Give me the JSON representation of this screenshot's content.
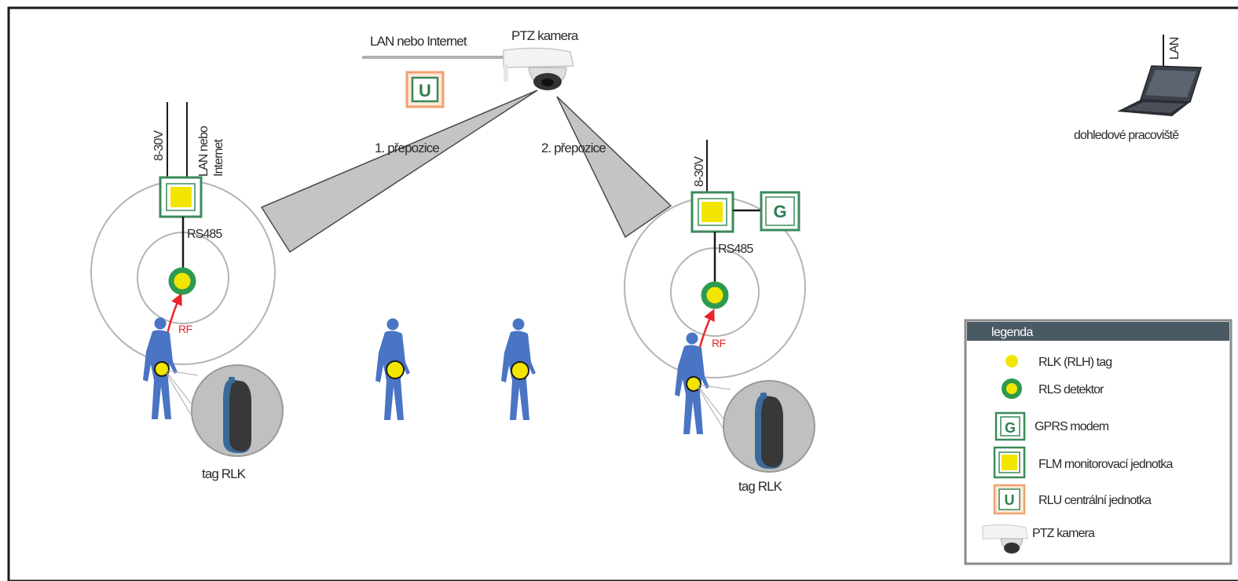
{
  "network": {
    "lan_internet": "LAN nebo Internet",
    "ptz_camera": "PTZ kamera",
    "left_power": "8-30V",
    "left_lan_line1": "LAN nebo",
    "left_lan_line2": "Internet",
    "right_power": "8-30V",
    "rs485": "RS485",
    "rf": "RF",
    "preposition_1": "1. přepozice",
    "preposition_2": "2. přepozice",
    "tag_label": "tag RLK",
    "laptop_lan": "LAN",
    "workstation": "dohledové pracoviště",
    "u_letter": "U",
    "g_letter": "G"
  },
  "legend": {
    "title": "legenda",
    "items": [
      {
        "label": "RLK (RLH) tag"
      },
      {
        "label": "RLS detektor"
      },
      {
        "label": "GPRS modem",
        "letter": "G"
      },
      {
        "label": "FLM monitorovací jednotka"
      },
      {
        "label": "RLU centrální jednotka",
        "letter": "U"
      },
      {
        "label": "PTZ kamera"
      }
    ]
  },
  "colors": {
    "tag_yellow": "#f2e600",
    "detector_green": "#2e9a4e",
    "frame_green": "#3a8a5a",
    "frame_orange": "#f0a070",
    "person_blue": "#4a74c4",
    "rf_red": "#e8242a",
    "cone_gray": "#c4c4c4"
  }
}
